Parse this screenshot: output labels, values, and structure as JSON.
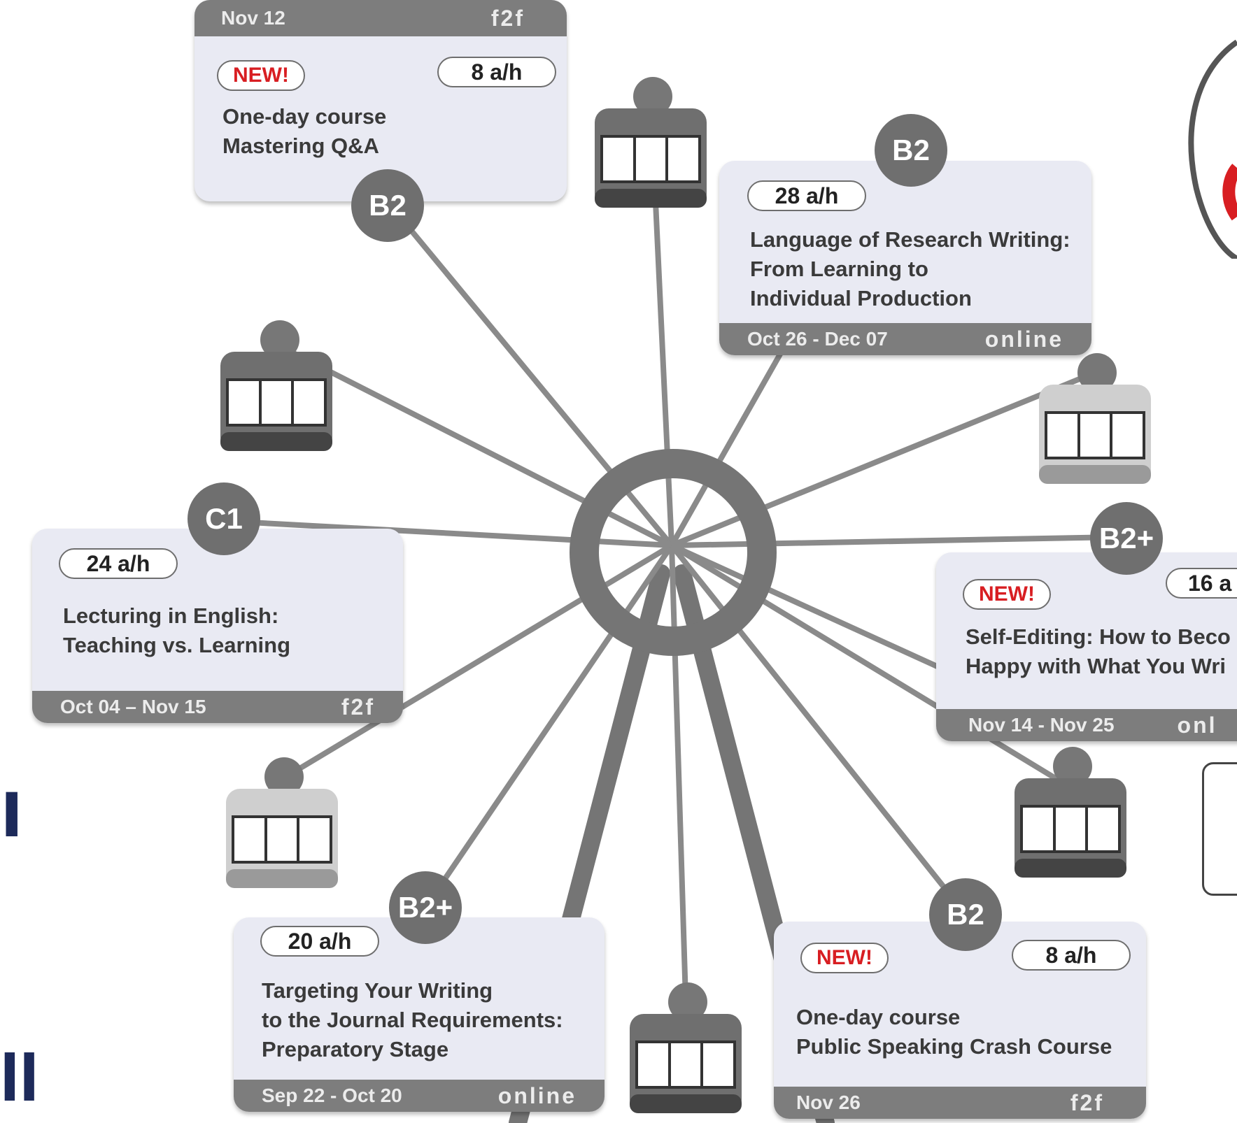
{
  "courses": [
    {
      "date": "Nov 12",
      "mode": "f2f",
      "badge": "NEW!",
      "hours": "8 a/h",
      "title": "One-day course\nMastering Q&A",
      "level": "B2"
    },
    {
      "date": "Oct 26 - Dec 07",
      "mode": "online",
      "badge": "",
      "hours": "28 a/h",
      "title": "Language of Research Writing:\nFrom Learning to\nIndividual Production",
      "level": "B2"
    },
    {
      "date": "Oct 04 – Nov 15",
      "mode": "f2f",
      "badge": "",
      "hours": "24 a/h",
      "title": "Lecturing in English:\nTeaching vs. Learning",
      "level": "C1"
    },
    {
      "date": "Nov 14 - Nov 25",
      "mode": "onl",
      "badge": "NEW!",
      "hours": "16 a",
      "title": "Self-Editing: How to Beco\nHappy with What You Wri",
      "level": "B2+"
    },
    {
      "date": "Sep 22 - Oct 20",
      "mode": "online",
      "badge": "",
      "hours": "20 a/h",
      "title": "Targeting Your Writing\nto the Journal Requirements:\nPreparatory Stage",
      "level": "B2+"
    },
    {
      "date": "Nov 26",
      "mode": "f2f",
      "badge": "NEW!",
      "hours": "8 a/h",
      "title": "One-day course\nPublic Speaking Crash Course",
      "level": "B2"
    }
  ],
  "side_fragments": {
    "left_1": "ı",
    "left_2": "II"
  },
  "colors": {
    "spoke": "#8a8a8a",
    "hub": "#6f6f6f",
    "card": "#e9eaf3",
    "footer": "#7d7d7d",
    "new_badge": "#d81e22"
  }
}
